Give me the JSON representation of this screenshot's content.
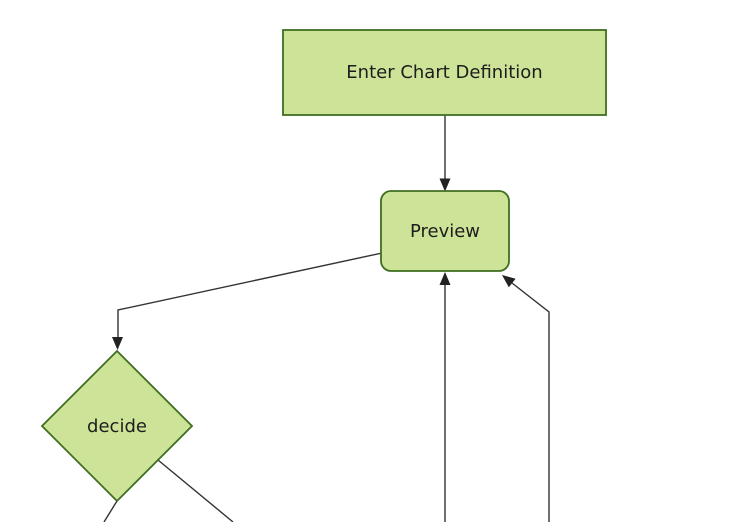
{
  "diagram": {
    "type": "flowchart",
    "direction": "top-down",
    "background_color": "#ffffff",
    "colors": {
      "node_fill": "#cde498",
      "node_border": "#3f6e21",
      "edge_line": "#333333",
      "arrowhead": "#222222",
      "label_text": "#1d1d1d"
    },
    "nodes": [
      {
        "id": "enter-chart-definition",
        "label": "Enter Chart Definition",
        "shape": "rectangle"
      },
      {
        "id": "preview",
        "label": "Preview",
        "shape": "rounded-rectangle"
      },
      {
        "id": "decide",
        "label": "decide",
        "shape": "diamond"
      }
    ],
    "edges": [
      {
        "from": "enter-chart-definition",
        "to": "preview",
        "arrow": "into-preview-top"
      },
      {
        "from": "preview",
        "to": "decide",
        "arrow": "into-decide-top"
      },
      {
        "from": "offscreen-bottom",
        "to": "preview",
        "arrow": "into-preview-bottom"
      },
      {
        "from": "offscreen-bottom-right",
        "to": "preview",
        "arrow": "into-preview-bottom-right"
      },
      {
        "from": "decide",
        "to": "offscreen-bottom-left",
        "arrow": "none-visible"
      },
      {
        "from": "decide",
        "to": "offscreen-bottom-right",
        "arrow": "none-visible"
      }
    ]
  }
}
